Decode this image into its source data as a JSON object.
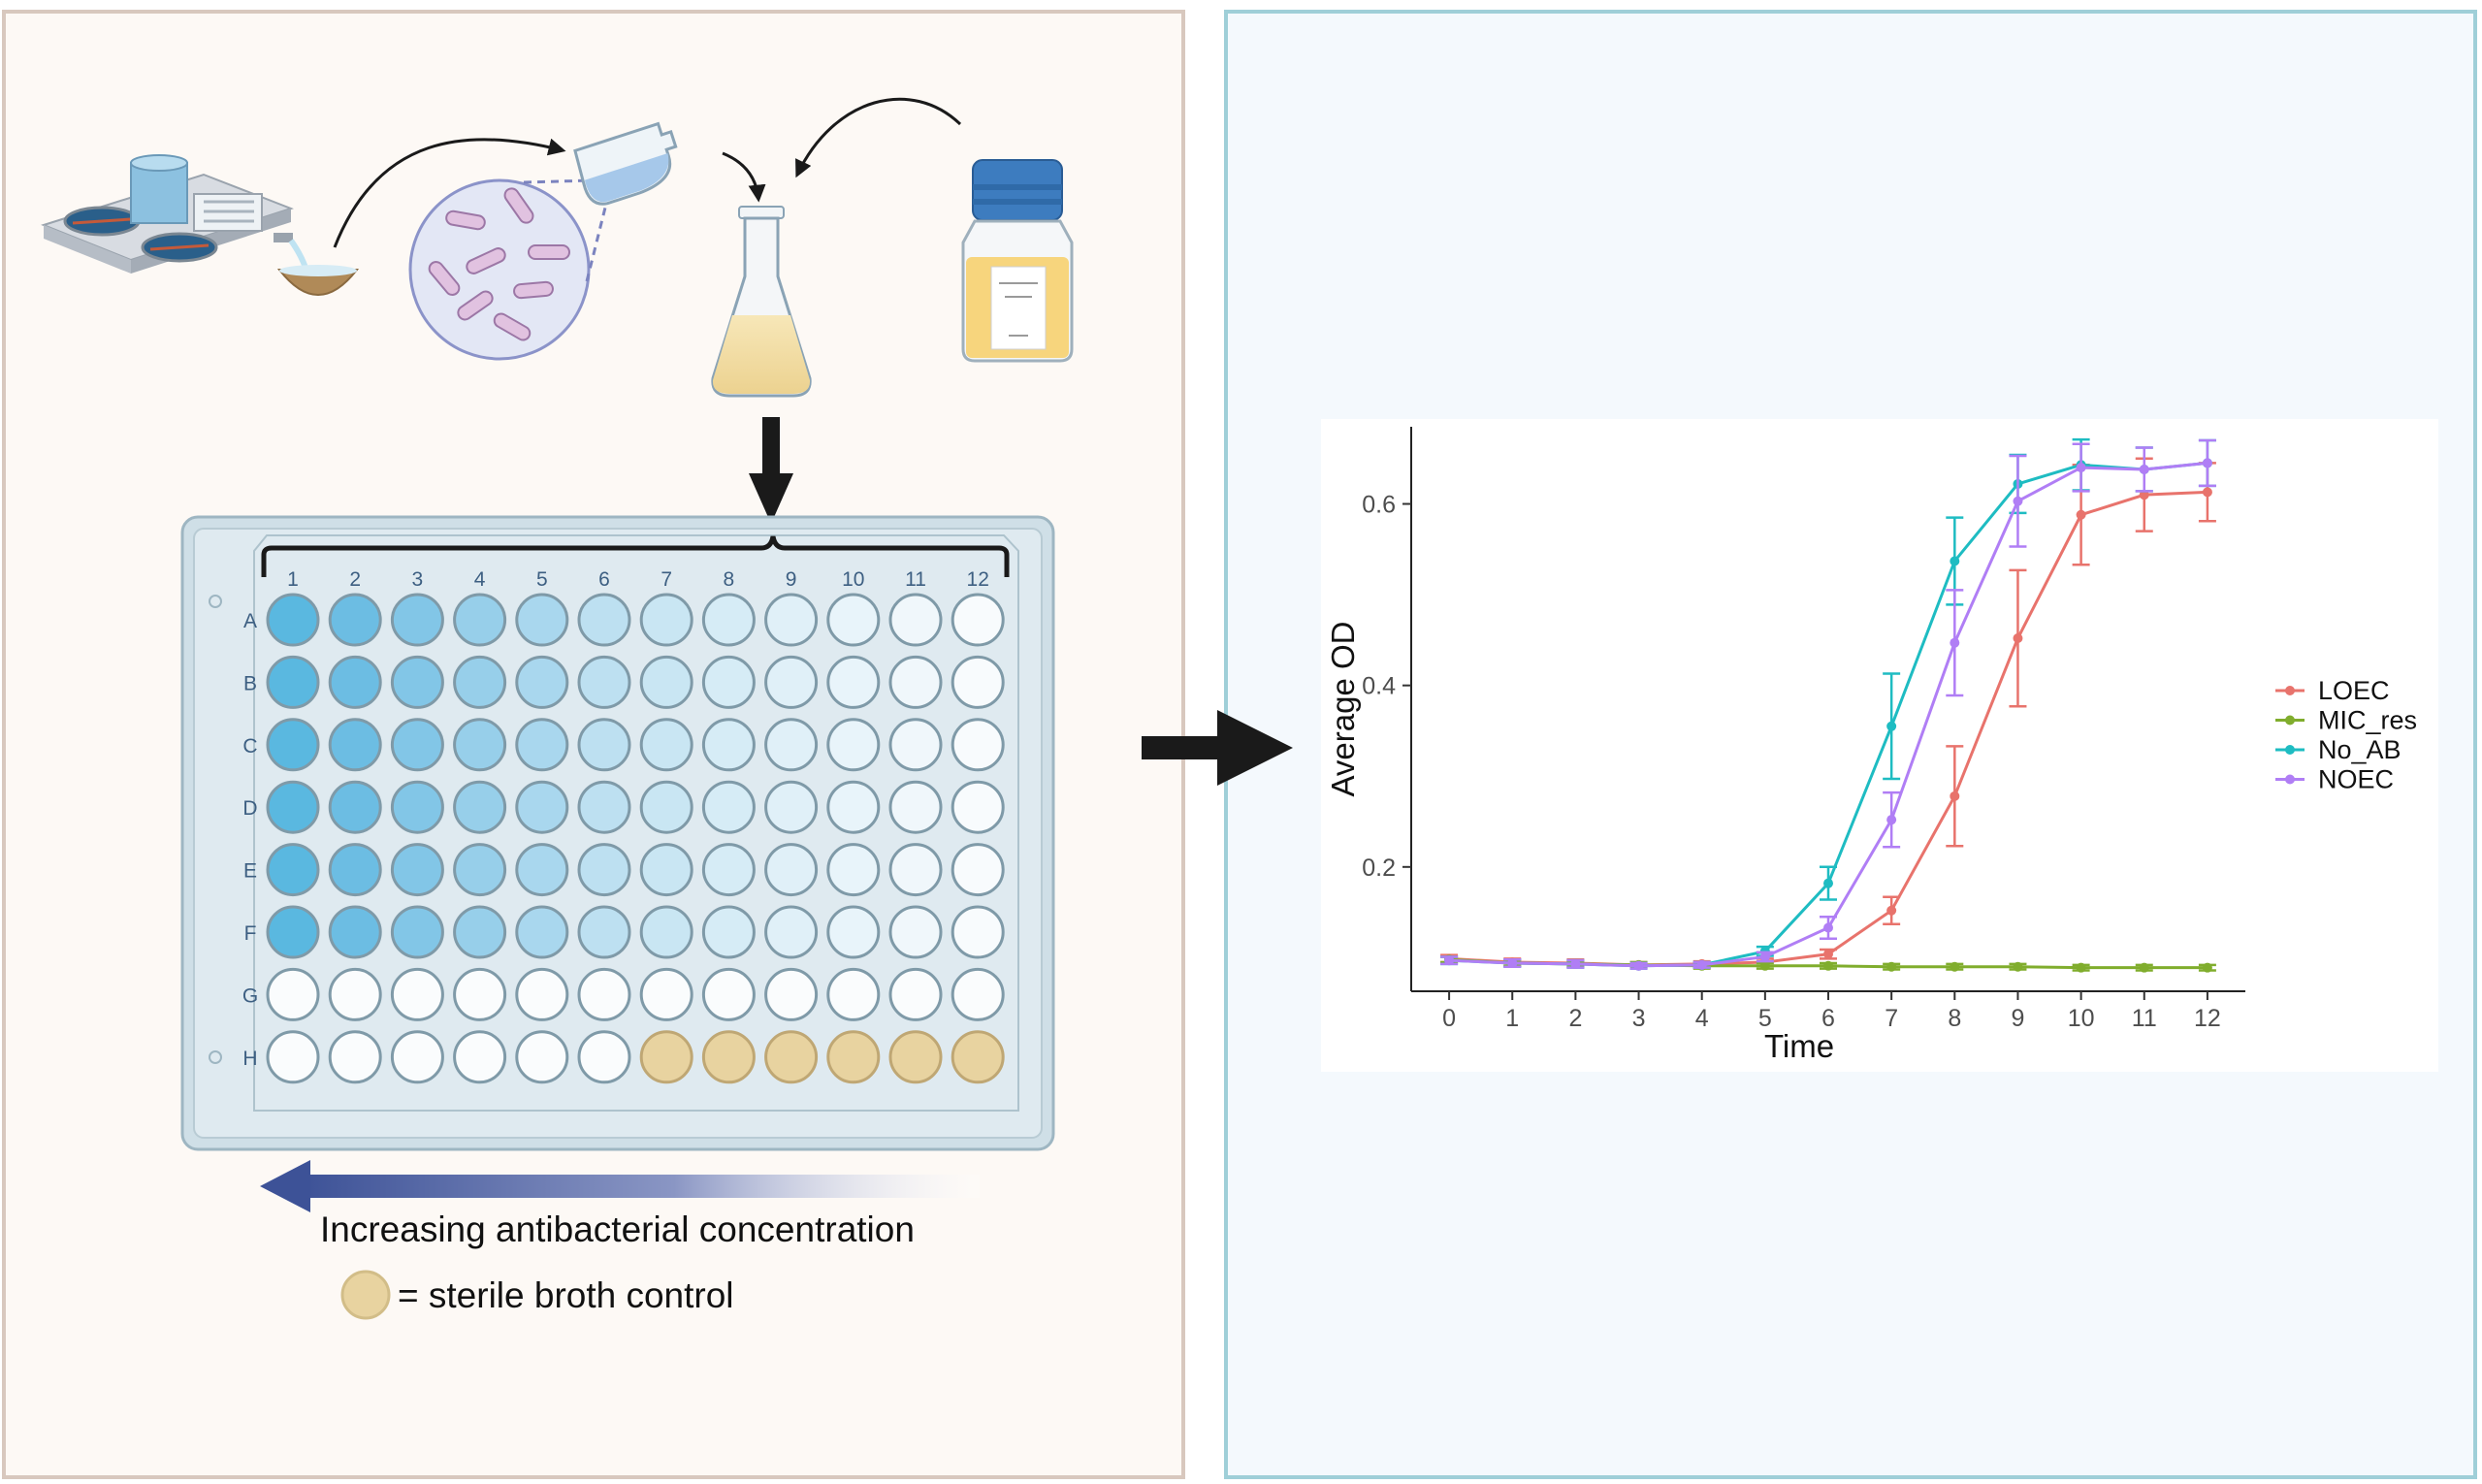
{
  "plate": {
    "columns": [
      "1",
      "2",
      "3",
      "4",
      "5",
      "6",
      "7",
      "8",
      "9",
      "10",
      "11",
      "12"
    ],
    "rows": [
      "A",
      "B",
      "C",
      "D",
      "E",
      "F",
      "G",
      "H"
    ],
    "gradient_colors": [
      "#5ab8e0",
      "#6cbde3",
      "#82c6e7",
      "#97cfea",
      "#a9d7ee",
      "#bde0f1",
      "#c9e6f3",
      "#d6ecf6",
      "#e0f0f8",
      "#e8f4fa",
      "#f0f7fb",
      "#f8fbfd"
    ],
    "blank_color": "#fafcfd",
    "control_color": "#e8d3a0",
    "control_row": "H",
    "control_start_col": 7
  },
  "gradient_arrow_label": "Increasing antibacterial concentration",
  "legend_text": "= sterile broth control",
  "bottle_label": "",
  "chart_data": {
    "type": "line",
    "title": "",
    "xlabel": "Time",
    "ylabel": "Average OD",
    "x": [
      0,
      1,
      2,
      3,
      4,
      5,
      6,
      7,
      8,
      9,
      10,
      11,
      12
    ],
    "xlim": [
      -0.6,
      12.6
    ],
    "ylim": [
      0.063,
      0.685
    ],
    "yticks": [
      0.2,
      0.4,
      0.6
    ],
    "ytick_labels": [
      "0.2",
      "0.4",
      "0.6"
    ],
    "legend_position": "right",
    "grid": false,
    "series": [
      {
        "name": "LOEC",
        "color": "#e8736c",
        "values": [
          0.099,
          0.095,
          0.094,
          0.092,
          0.093,
          0.095,
          0.104,
          0.152,
          0.278,
          0.452,
          0.588,
          0.61,
          0.613
        ],
        "err": [
          0.004,
          0.004,
          0.004,
          0.003,
          0.003,
          0.004,
          0.005,
          0.015,
          0.055,
          0.075,
          0.055,
          0.04,
          0.032
        ]
      },
      {
        "name": "MIC_res",
        "color": "#80ad2d",
        "values": [
          0.098,
          0.094,
          0.093,
          0.092,
          0.091,
          0.091,
          0.091,
          0.09,
          0.09,
          0.09,
          0.089,
          0.089,
          0.089
        ],
        "err": [
          0.003,
          0.003,
          0.003,
          0.003,
          0.003,
          0.003,
          0.003,
          0.003,
          0.003,
          0.003,
          0.003,
          0.003,
          0.003
        ]
      },
      {
        "name": "No_AB",
        "color": "#1ebcc2",
        "values": [
          0.097,
          0.094,
          0.093,
          0.091,
          0.092,
          0.107,
          0.182,
          0.355,
          0.537,
          0.622,
          0.643,
          0.638,
          0.645
        ],
        "err": [
          0.004,
          0.004,
          0.004,
          0.003,
          0.003,
          0.005,
          0.018,
          0.058,
          0.048,
          0.032,
          0.028,
          0.024,
          0.025
        ]
      },
      {
        "name": "NOEC",
        "color": "#b07ef5",
        "values": [
          0.097,
          0.094,
          0.093,
          0.091,
          0.092,
          0.101,
          0.133,
          0.252,
          0.447,
          0.603,
          0.64,
          0.638,
          0.645
        ],
        "err": [
          0.004,
          0.004,
          0.004,
          0.003,
          0.003,
          0.005,
          0.012,
          0.03,
          0.058,
          0.05,
          0.026,
          0.024,
          0.025
        ]
      }
    ]
  }
}
